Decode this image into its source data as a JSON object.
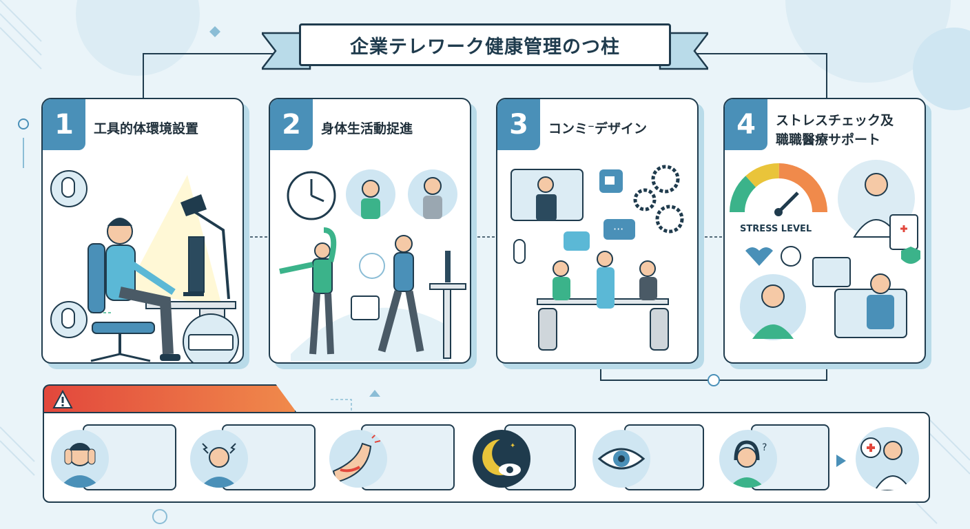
{
  "title": "企業テレワーク健康管理のつ柱",
  "pillars": [
    {
      "number": "1",
      "title": "工具的体環境設置"
    },
    {
      "number": "2",
      "title": "身体生活動捉進"
    },
    {
      "number": "3",
      "title": "コンミ⁻デザイン"
    },
    {
      "number": "4",
      "title": "ストレスチェック及\n職職醫療サポート"
    }
  ],
  "gauge_label": "STRESS LEVEL",
  "risk_items": [
    {
      "icon": "head-in-hands-icon"
    },
    {
      "icon": "headache-icon"
    },
    {
      "icon": "arm-pain-icon"
    },
    {
      "icon": "night-eye-icon"
    },
    {
      "icon": "eye-strain-icon"
    },
    {
      "icon": "confused-woman-icon"
    },
    {
      "icon": "doctor-icon"
    }
  ],
  "colors": {
    "accent": "#4a90b8",
    "dark": "#1f3b4d",
    "warning_start": "#e2473c",
    "warning_end": "#f08a4b",
    "teal": "#3bb38a"
  }
}
